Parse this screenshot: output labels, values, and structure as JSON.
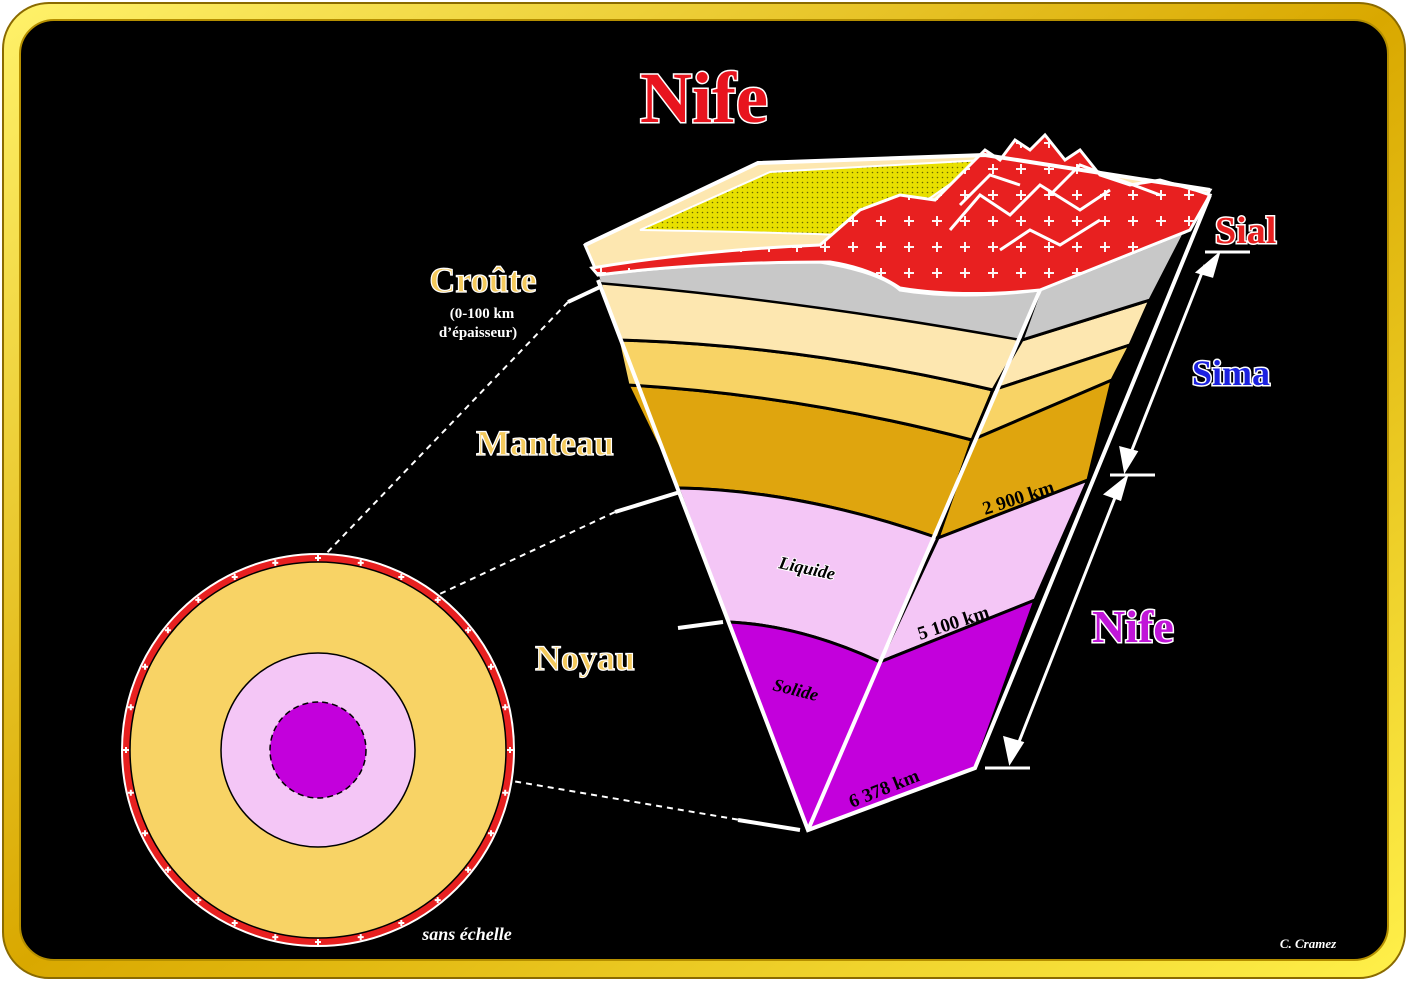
{
  "title": "Nife",
  "labels": {
    "croute": "Croûte",
    "croute_sub1": "(0-100 km",
    "croute_sub2": "d’épaisseur)",
    "manteau": "Manteau",
    "noyau": "Noyau",
    "sial": "Sial",
    "sima": "Sima",
    "nife": "Nife",
    "liquide": "Liquide",
    "solide": "Solide",
    "depth_2900": "2 900 km",
    "depth_5100": "5 100 km",
    "depth_6378": "6 378 km",
    "scale_note": "sans échelle",
    "author": "C. Cramez"
  },
  "colors": {
    "background": "#000000",
    "frame": "#e8c400",
    "sial": "#e82020",
    "sima": "#c8c8c8",
    "upper_mantle": "#fde7b0",
    "mid_mantle": "#f8d365",
    "lower_mantle": "#dfa50e",
    "outer_core": "#f4c6f6",
    "inner_core": "#c300dc",
    "title": "#e8141e",
    "sima_label": "#1c22e0",
    "nife_label": "#c016d8",
    "earth_label": "#f3c95c"
  }
}
